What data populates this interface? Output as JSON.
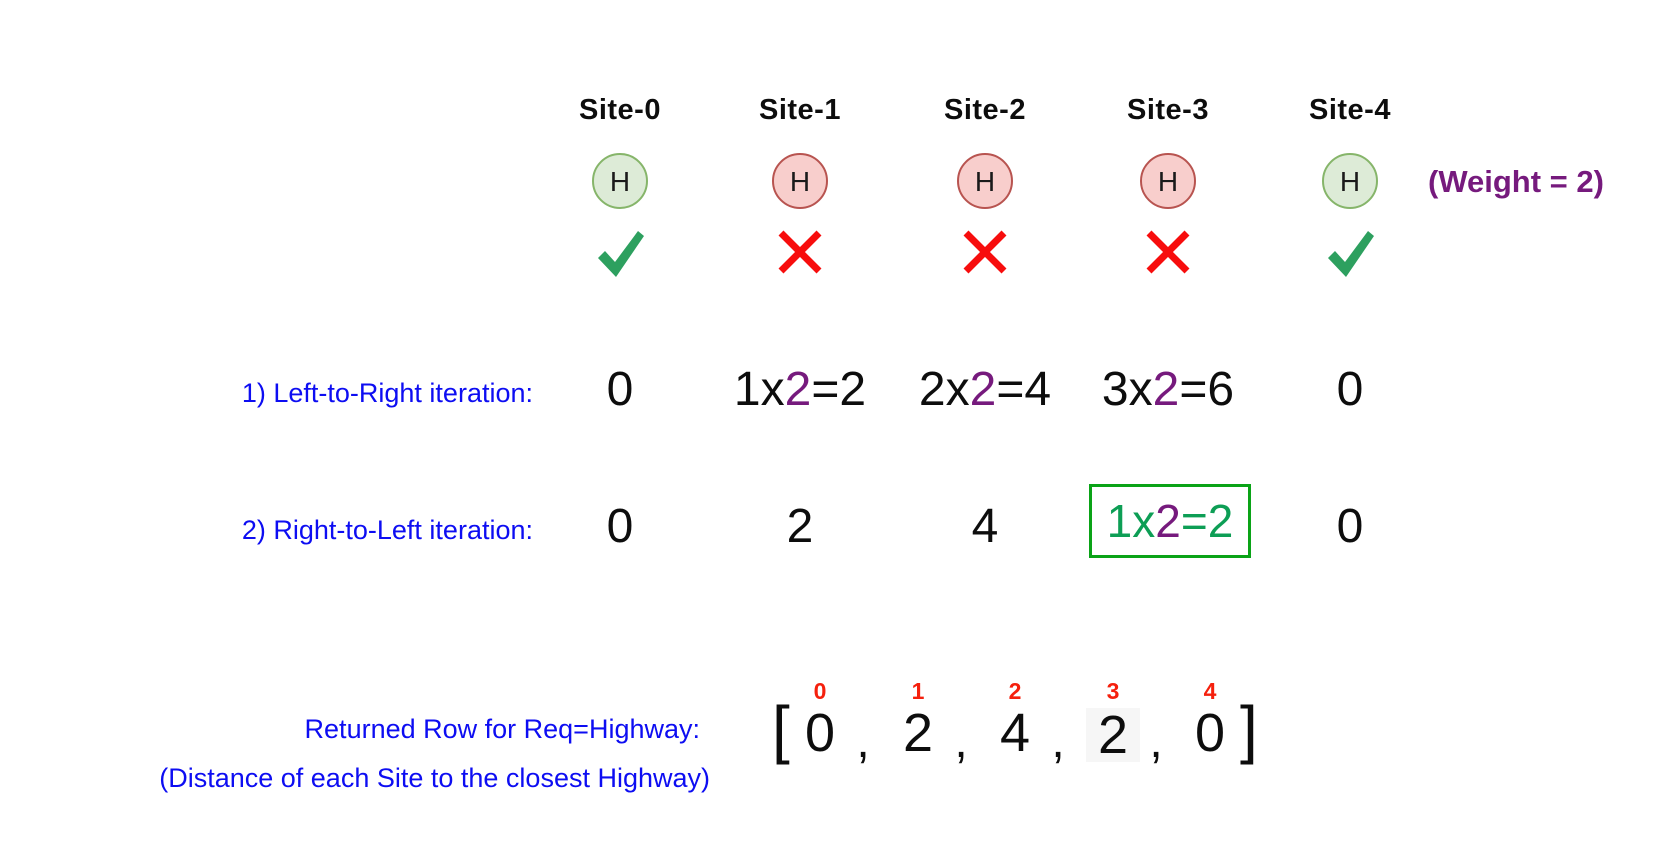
{
  "colors": {
    "blue_label": "#0d0df2",
    "purple_accent": "#761a7d",
    "green_check": "#2da05f",
    "red_x": "#f70d0d",
    "red_index": "#f5200d",
    "green_box_border": "#0aa317",
    "green_box_text": "#0d9e55",
    "circle_green_fill": "#ddebd7",
    "circle_green_border": "#86b56a",
    "circle_red_fill": "#f8cecc",
    "circle_red_border": "#b85450"
  },
  "sites": [
    {
      "label": "Site-0",
      "marker": "H",
      "status": "highway"
    },
    {
      "label": "Site-1",
      "marker": "H",
      "status": "no-highway"
    },
    {
      "label": "Site-2",
      "marker": "H",
      "status": "no-highway"
    },
    {
      "label": "Site-3",
      "marker": "H",
      "status": "no-highway"
    },
    {
      "label": "Site-4",
      "marker": "H",
      "status": "highway"
    }
  ],
  "weight_note": "(Weight = 2)",
  "iterations": {
    "ltr": {
      "label": "1) Left-to-Right iteration:",
      "values": [
        {
          "prefix": "0",
          "weight": "",
          "suffix": ""
        },
        {
          "prefix": "1x",
          "weight": "2",
          "suffix": "=2"
        },
        {
          "prefix": "2x",
          "weight": "2",
          "suffix": "=4"
        },
        {
          "prefix": "3x",
          "weight": "2",
          "suffix": "=6"
        },
        {
          "prefix": "0",
          "weight": "",
          "suffix": ""
        }
      ]
    },
    "rtl": {
      "label": "2) Right-to-Left iteration:",
      "values": [
        {
          "prefix": "0",
          "weight": "",
          "suffix": ""
        },
        {
          "prefix": "2",
          "weight": "",
          "suffix": ""
        },
        {
          "prefix": "4",
          "weight": "",
          "suffix": ""
        },
        {
          "prefix": "1x",
          "weight": "2",
          "suffix": "=2",
          "highlighted": true
        },
        {
          "prefix": "0",
          "weight": "",
          "suffix": ""
        }
      ]
    }
  },
  "result": {
    "label": "Returned Row for Req=Highway:",
    "sublabel": "(Distance of each Site to the closest Highway)",
    "open_bracket": "[",
    "close_bracket": "]",
    "separator": ",",
    "items": [
      {
        "index": "0",
        "value": "0"
      },
      {
        "index": "1",
        "value": "2"
      },
      {
        "index": "2",
        "value": "4"
      },
      {
        "index": "3",
        "value": "2"
      },
      {
        "index": "4",
        "value": "0"
      }
    ]
  }
}
